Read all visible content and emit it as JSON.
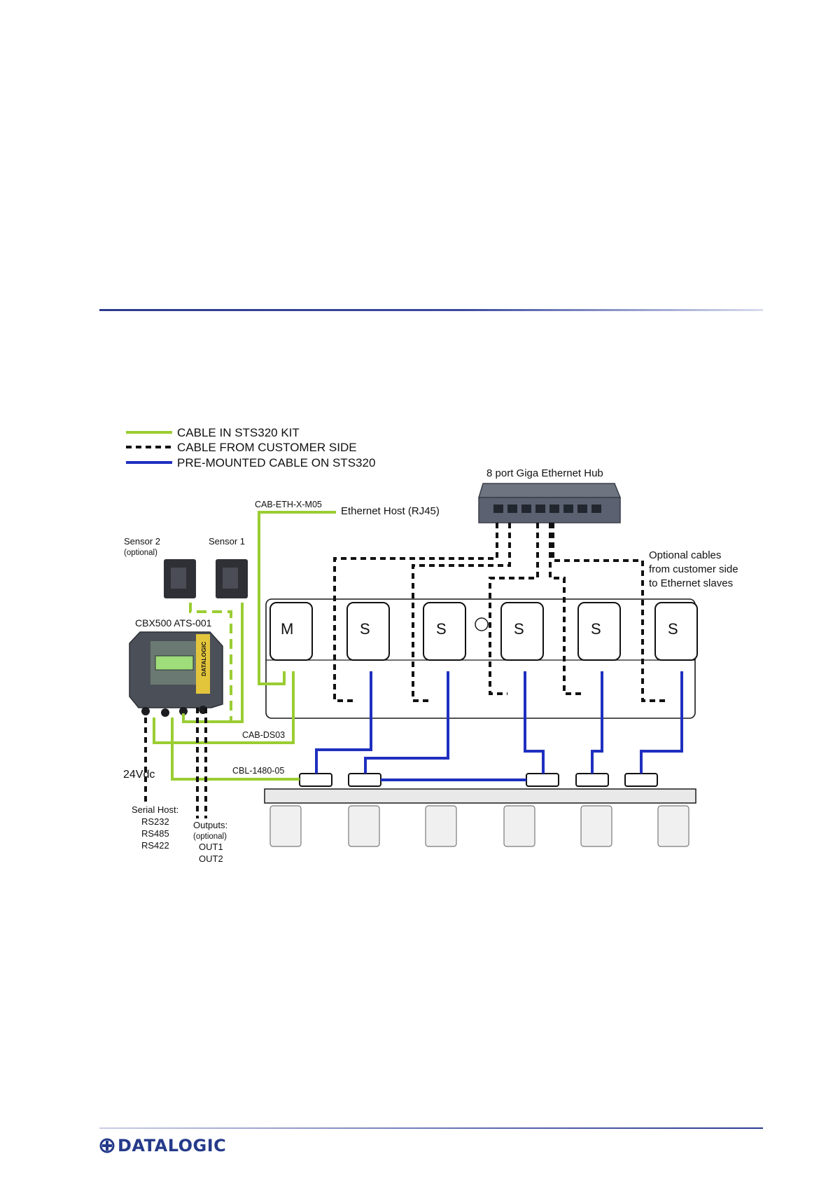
{
  "legend": [
    {
      "label": "CABLE IN STS320 KIT",
      "style": "solid",
      "color": "#9acd32"
    },
    {
      "label": "CABLE FROM CUSTOMER SIDE",
      "style": "dashed",
      "color": "#111111"
    },
    {
      "label": "PRE-MOUNTED CABLE ON STS320",
      "style": "solid",
      "color": "#1f2fbf"
    }
  ],
  "labels": {
    "hub": "8 port Giga Ethernet Hub",
    "cab_eth": "CAB-ETH-X-M05",
    "ethernet_host": "Ethernet Host (RJ45)",
    "sensor2": "Sensor 2",
    "sensor2_opt": "(optional)",
    "sensor1": "Sensor 1",
    "cbx": "CBX500 ATS-001",
    "optional_1": "Optional cables",
    "optional_2": "from customer side",
    "optional_3": "to Ethernet slaves",
    "cab_ds03": "CAB-DS03",
    "vdc": "24Vdc",
    "cbl1480": "CBL-1480-05",
    "serial_host": "Serial Host:",
    "rs232": "RS232",
    "rs485": "RS485",
    "rs422": "RS422",
    "outputs": "Outputs:",
    "outputs_opt": "(optional)",
    "out1": "OUT1",
    "out2": "OUT2"
  },
  "cbx_brand": "DATALOGIC",
  "modules": [
    "M",
    "S",
    "S",
    "S",
    "S",
    "S"
  ],
  "footer": {
    "brand": "DATALOGIC"
  },
  "colors": {
    "green": "#9acd32",
    "blue": "#1f2fbf",
    "black": "#111111",
    "brand": "#253a8a"
  }
}
